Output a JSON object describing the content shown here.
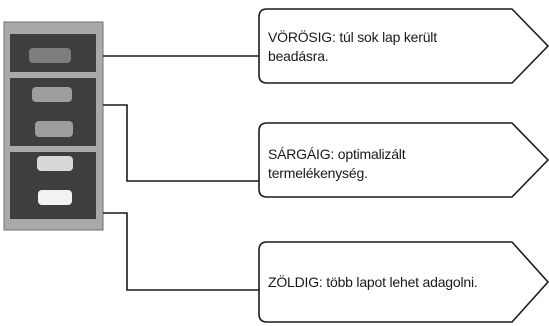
{
  "callouts": {
    "red": {
      "text": "VÖRÖSIG: túl sok lap került beadásra."
    },
    "yellow": {
      "text": "SÁRGÁIG: optimalizált termelékenység."
    },
    "green": {
      "text": "ZÖLDIG: több lapot lehet adagolni."
    }
  },
  "colors": {
    "panel_frame": "#a9a9a9",
    "section_fill": "#3e3e3e",
    "slot_red_level": "#7d7d7d",
    "slot_yellow_level": "#9e9e9e",
    "slot_green_level_top": "#d8d8d8",
    "slot_green_level_bottom": "#f2f2f2",
    "line": "#1a1a1a"
  }
}
